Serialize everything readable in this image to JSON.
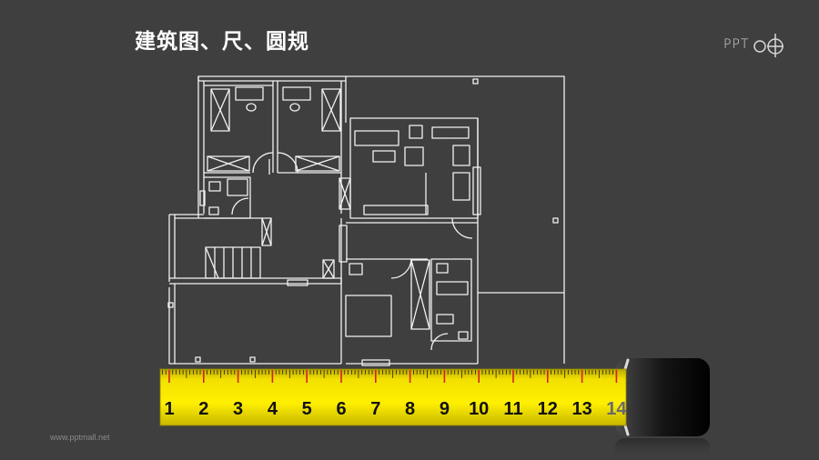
{
  "header": {
    "title": "建筑图、尺、圆规"
  },
  "logo": {
    "text": "PPT",
    "icon": "compass-icon"
  },
  "tape": {
    "numbers": [
      "1",
      "2",
      "3",
      "4",
      "5",
      "6",
      "7",
      "8",
      "9",
      "10",
      "11",
      "12",
      "13",
      "14"
    ],
    "colors": {
      "tape": "#f2e000",
      "tape_dark": "#b9a800",
      "ink": "#111111",
      "red": "#d2202a",
      "case": "#0d0d0d"
    }
  },
  "footer": {
    "watermark": "www.pptmall.net"
  },
  "colors": {
    "background": "#3f3f3f",
    "lines": "#f2f2f2"
  }
}
